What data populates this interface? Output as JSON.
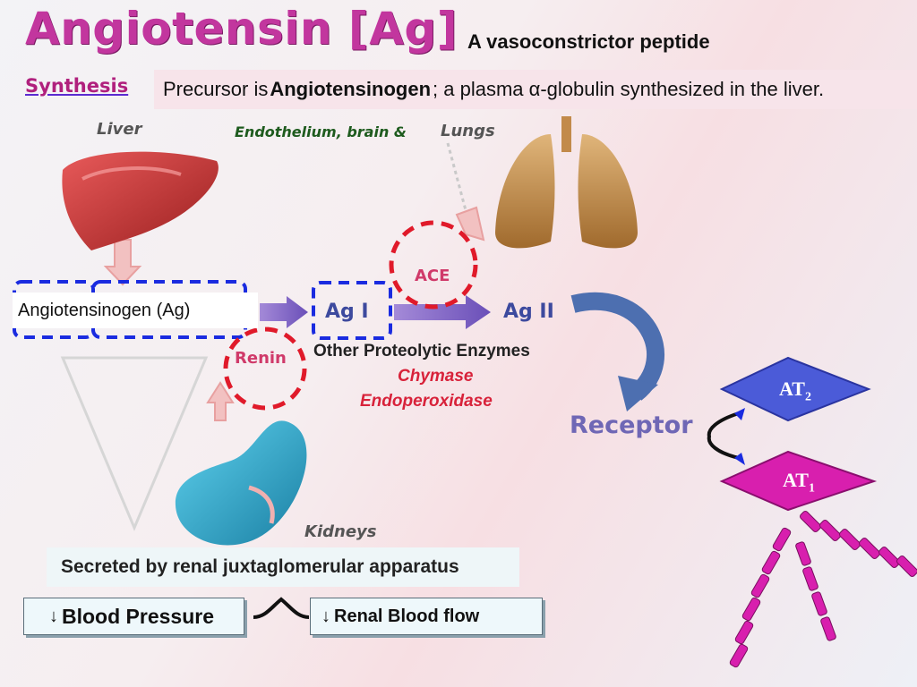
{
  "header": {
    "title": "Angiotensin [Ag]",
    "subtitle": "A  vasoconstrictor peptide"
  },
  "synthesis": {
    "label": "Synthesis",
    "precursor_prefix": "Precursor is",
    "precursor_keyword": "Angiotensinogen",
    "precursor_suffix": "; a plasma α-globulin synthesized in the liver."
  },
  "organs": {
    "liver": "Liver",
    "lungs": "Lungs",
    "kidneys": "Kidneys",
    "endothelium": "Endothelium, brain &"
  },
  "pathway": {
    "angiotensinogen": "Angiotensinogen (Ag)",
    "ag1": "Ag I",
    "ag2": "Ag II",
    "ace": "ACE",
    "renin": "Renin",
    "other_enzymes": "Other Proteolytic Enzymes",
    "chymase": "Chymase",
    "endoperoxidase": "Endoperoxidase",
    "receptor": "Receptor"
  },
  "receptors": {
    "at2_main": "AT",
    "at2_sub": "2",
    "at1_main": "AT",
    "at1_sub": "1"
  },
  "renal": {
    "secreted": "Secreted by renal juxtaglomerular apparatus",
    "blood_pressure": "Blood Pressure",
    "renal_blood_flow": "Renal Blood flow",
    "down_arrow": "↓"
  },
  "colors": {
    "title": "#c2369e",
    "dashed_blue": "#1a2be0",
    "dashed_red": "#e01a2a",
    "at_fill": "#d81fae",
    "at2_fill": "#4b5bd8"
  }
}
